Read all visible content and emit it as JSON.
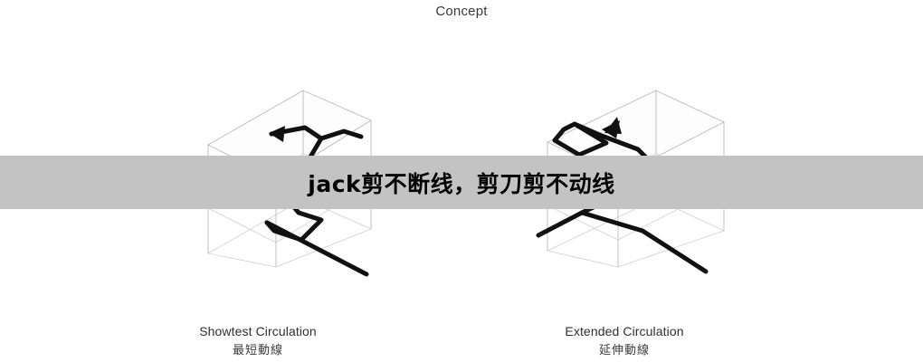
{
  "page": {
    "title": "Concept",
    "background_color": "#ffffff"
  },
  "banner": {
    "text": "jack剪不断线，剪刀剪不动线",
    "background_color": "#c3c3c3",
    "text_color": "#000000"
  },
  "diagrams": [
    {
      "id": "showtest",
      "caption_en": "Showtest Circulation",
      "caption_zh": "最短動線",
      "wire_color": "#b9b9b9",
      "route_color": "#111111",
      "description": "wireframe box with short zig-zag circulation route and left-pointing arrow"
    },
    {
      "id": "extended",
      "caption_en": "Extended Circulation",
      "caption_zh": "延伸動線",
      "wire_color": "#b9b9b9",
      "route_color": "#111111",
      "description": "wireframe box with long looping circulation route and up-right arrow"
    }
  ]
}
